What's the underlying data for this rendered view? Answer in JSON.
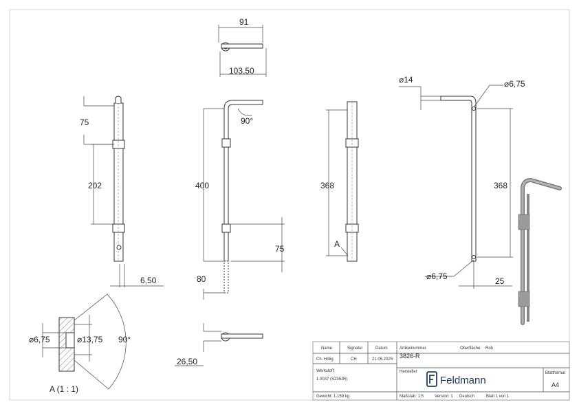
{
  "dimensions": {
    "top_width": "91",
    "top_total": "103,50",
    "left_height_75": "75",
    "left_height_202": "202",
    "left_thickness": "6,50",
    "front_height": "400",
    "angle_90": "90°",
    "front_75": "75",
    "front_80": "80",
    "front_26": "26,50",
    "side_368": "368",
    "section_label": "A",
    "diam_14": "⌀14",
    "diam_675_top": "⌀6,75",
    "right_368": "368",
    "diam_675_bottom": "⌀6,75",
    "right_25": "25",
    "detail_diam_675": "⌀6,75",
    "detail_diam_1375": "⌀13,75",
    "detail_angle": "90°",
    "detail_label": "A (1 : 1)"
  },
  "title_block": {
    "headers": {
      "name": "Name",
      "signature": "Signatur",
      "date": "Datum",
      "article_label": "Artikelnummer",
      "surface_label": "Oberfläche:",
      "surface_value": "Roh"
    },
    "row1": {
      "name": "Ch. Hölig",
      "signature": "CH",
      "date": "21.05.2025",
      "article": "3826-R"
    },
    "material_label": "Werkstoff:",
    "material_value": "1.0037 (S235JR)",
    "manufacturer_label": "Hersteller",
    "brand": "Feldmann",
    "sheet_format_label": "Blattformat",
    "sheet_format_value": "A4",
    "weight": "Gewicht: 1.159 kg",
    "scale": "Maßstab: 1:5",
    "version": "Version: 1",
    "language": "Deutsch",
    "page": "Blatt 1 von 1"
  }
}
